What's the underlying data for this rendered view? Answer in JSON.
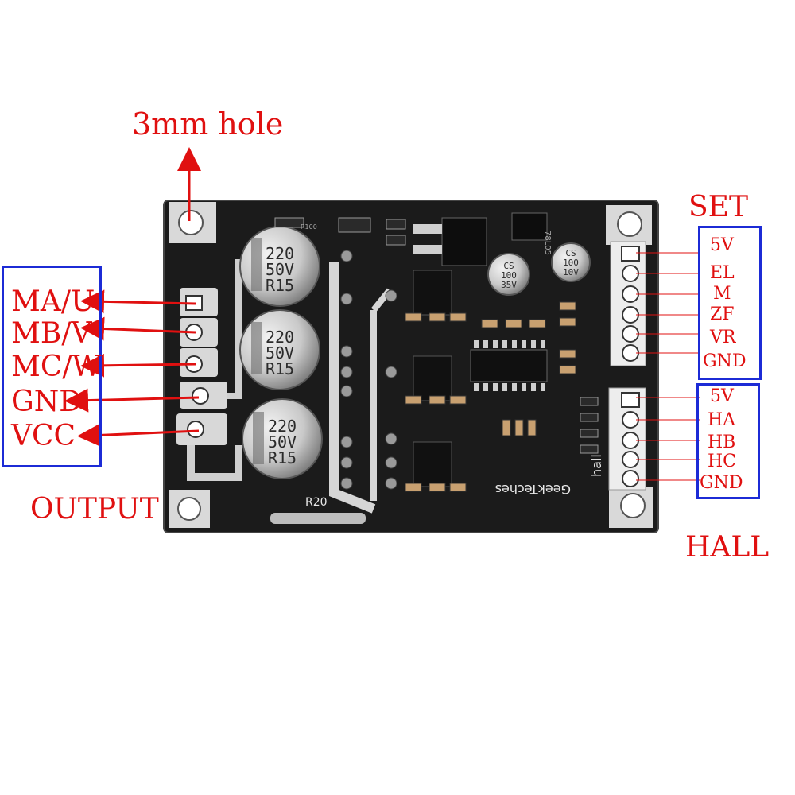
{
  "title": "3mm hole",
  "board": {
    "brand": "GeekTeches",
    "caps": [
      {
        "l1": "220",
        "l2": "50V",
        "l3": "R15"
      },
      {
        "l1": "220",
        "l2": "50V",
        "l3": "R15"
      },
      {
        "l1": "220",
        "l2": "50V",
        "l3": "R15"
      }
    ],
    "small_cap_1": {
      "l1": "CS",
      "l2": "100",
      "l3": "35V"
    },
    "small_cap_2": {
      "l1": "CS",
      "l2": "100",
      "l3": "10V"
    },
    "regulator": "78L05",
    "shunt": "R20",
    "resistor": "R100",
    "hall_silk": "hall"
  },
  "output": {
    "heading": "OUTPUT",
    "pins": [
      "MA/U",
      "MB/V",
      "MC/W",
      "GND",
      "VCC"
    ]
  },
  "set": {
    "heading": "SET",
    "pins": [
      "5V",
      "EL",
      "M",
      "ZF",
      "VR",
      "GND"
    ]
  },
  "hall": {
    "heading": "HALL",
    "pins": [
      "5V",
      "HA",
      "HB",
      "HC",
      "GND"
    ]
  },
  "colors": {
    "label": "#e01010",
    "box": "#1c2bd6",
    "pcb": "#1a1a1a"
  }
}
